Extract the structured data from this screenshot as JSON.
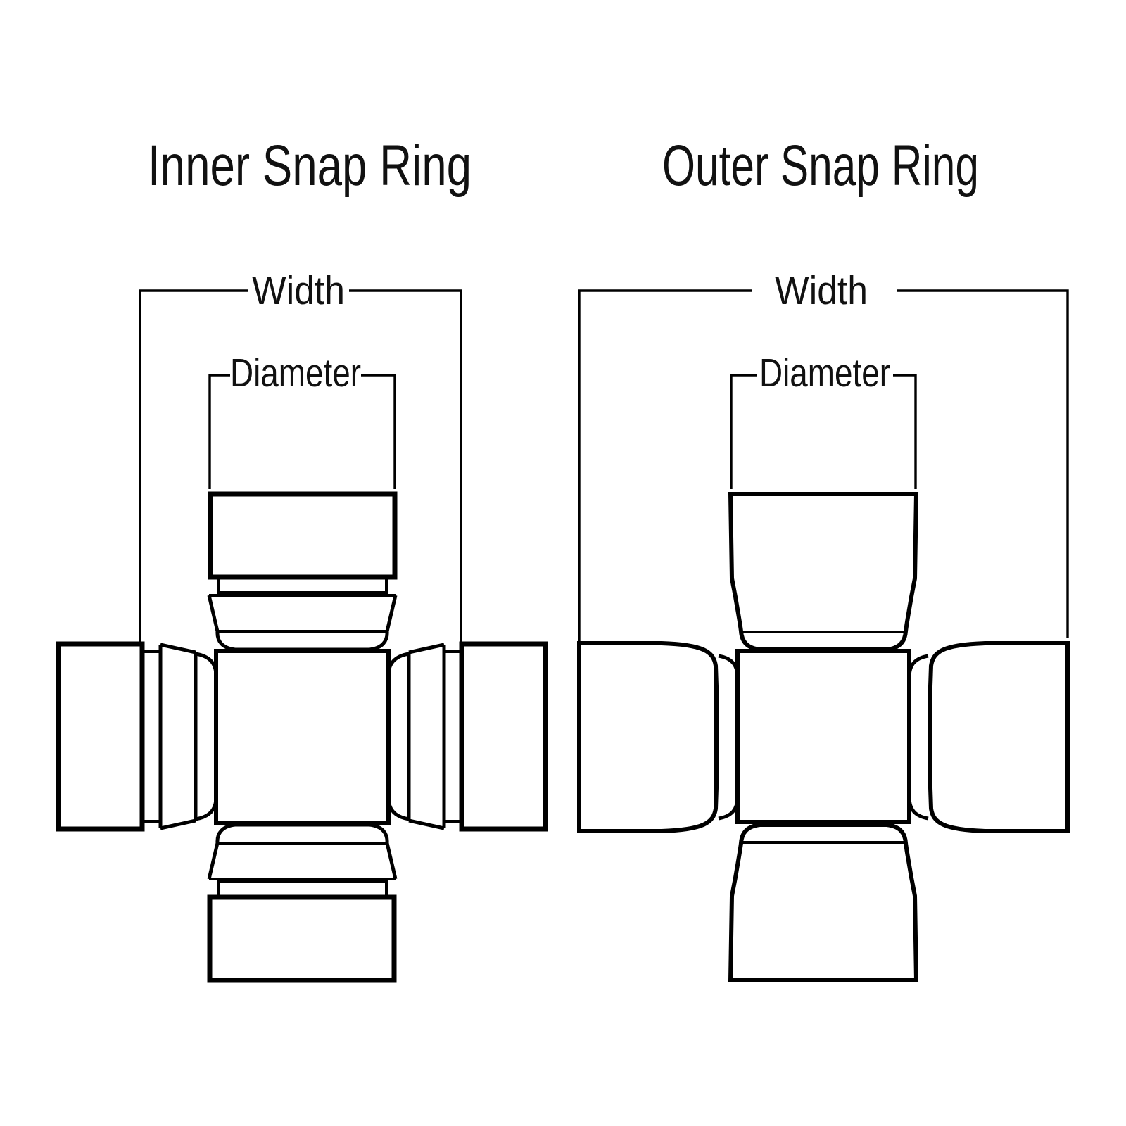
{
  "canvas": {
    "background": "#ffffff",
    "line_color": "#000000",
    "text_color": "#111111"
  },
  "diagrams": [
    {
      "title": "Inner Snap Ring",
      "width_label": "Width",
      "diameter_label": "Diameter"
    },
    {
      "title": "Outer Snap Ring",
      "width_label": "Width",
      "diameter_label": "Diameter"
    }
  ]
}
